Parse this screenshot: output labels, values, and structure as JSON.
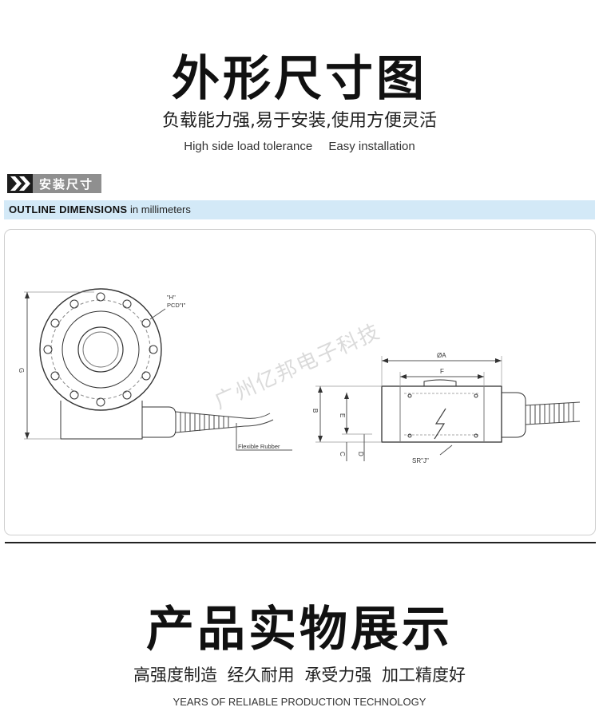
{
  "header": {
    "title": "外形尺寸图",
    "subtitle_cn": "负载能力强,易于安装,使用方便灵活",
    "subtitle_en_1": "High side load tolerance",
    "subtitle_en_2": "Easy installation"
  },
  "install_tag": {
    "label": "安装尺寸"
  },
  "outline_bar": {
    "bold": "OUTLINE DIMENSIONS",
    "units": "in millimeters"
  },
  "drawing": {
    "label_h": "\"H\"",
    "label_pcd": "PCD\"I\"",
    "label_g": "G",
    "label_flex": "Flexible Rubber",
    "label_a": "ØA",
    "label_f": "F",
    "label_b": "B",
    "label_e": "E",
    "label_c": "C",
    "label_d": "D",
    "label_sr": "SR\"J\""
  },
  "watermark": {
    "text": "广州亿邦电子科技"
  },
  "showcase": {
    "title": "产品实物展示",
    "phrases": [
      "高强度制造",
      "经久耐用",
      "承受力强",
      "加工精度好"
    ],
    "subtitle_en": "YEARS OF RELIABLE PRODUCTION TECHNOLOGY"
  }
}
